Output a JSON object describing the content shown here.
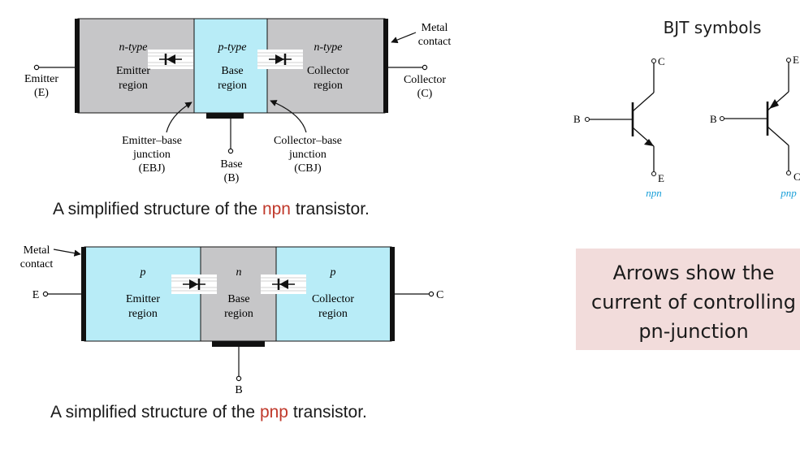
{
  "npn": {
    "emitter_type": "n-type",
    "base_type": "p-type",
    "collector_type": "n-type",
    "emitter_region_1": "Emitter",
    "emitter_region_2": "region",
    "base_region_1": "Base",
    "base_region_2": "region",
    "collector_region_1": "Collector",
    "collector_region_2": "region",
    "emitter_lead_1": "Emitter",
    "emitter_lead_2": "(E)",
    "collector_lead_1": "Collector",
    "collector_lead_2": "(C)",
    "metal_contact_1": "Metal",
    "metal_contact_2": "contact",
    "ebj_1": "Emitter–base",
    "ebj_2": "junction",
    "ebj_3": "(EBJ)",
    "cbj_1": "Collector–base",
    "cbj_2": "junction",
    "cbj_3": "(CBJ)",
    "base_lead_1": "Base",
    "base_lead_2": "(B)",
    "caption_pre": "A simplified structure of the ",
    "caption_hl": "npn",
    "caption_post": " transistor."
  },
  "pnp": {
    "emitter_type": "p",
    "base_type": "n",
    "collector_type": "p",
    "emitter_region_1": "Emitter",
    "emitter_region_2": "region",
    "base_region_1": "Base",
    "base_region_2": "region",
    "collector_region_1": "Collector",
    "collector_region_2": "region",
    "metal_contact_1": "Metal",
    "metal_contact_2": "contact",
    "e_lead": "E",
    "c_lead": "C",
    "b_lead": "B",
    "caption_pre": "A simplified structure of the ",
    "caption_hl": "pnp",
    "caption_post": " transistor."
  },
  "symbols": {
    "title": "BJT symbols",
    "npn": {
      "b": "B",
      "c": "C",
      "e": "E",
      "label": "npn"
    },
    "pnp": {
      "b": "B",
      "e": "E",
      "c": "C",
      "label": "pnp"
    }
  },
  "note": {
    "line1": "Arrows show the",
    "line2": "current of controlling",
    "line3": "pn-junction"
  },
  "colors": {
    "n_region": "#c6c6c8",
    "p_region": "#b8ecf7",
    "highlight": "#c0392b",
    "symbol_label": "#1a9fd8",
    "note_bg": "#f2dcdb"
  }
}
